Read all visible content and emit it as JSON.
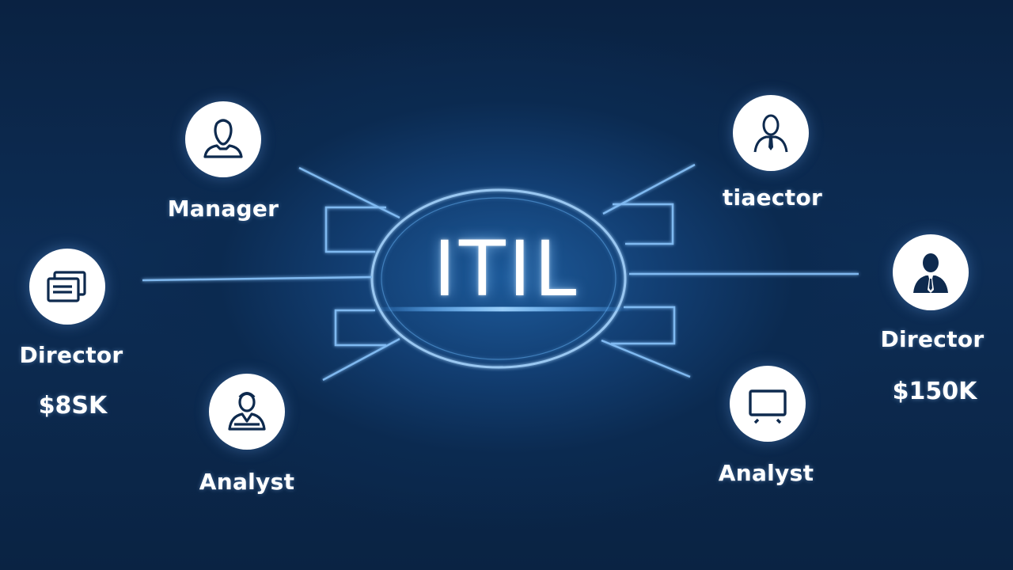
{
  "hub": {
    "title": "ITIL"
  },
  "roles": {
    "top_left": {
      "label": "Manager",
      "icon": "person-outline-icon"
    },
    "top_right": {
      "label": "tiaector",
      "icon": "person-tie-icon"
    },
    "mid_left": {
      "label": "Director",
      "salary": "$8SK",
      "icon": "documents-icon"
    },
    "mid_right": {
      "label": "Director",
      "salary": "$150K",
      "icon": "businessman-icon"
    },
    "bottom_left": {
      "label": "Analyst",
      "icon": "analyst-person-icon"
    },
    "bottom_right": {
      "label": "Analyst",
      "icon": "monitor-icon"
    }
  },
  "colors": {
    "background": "#0a2242",
    "glow": "#5fb2ff",
    "icon_fill": "#0e2a4e",
    "text": "#ffffff"
  }
}
